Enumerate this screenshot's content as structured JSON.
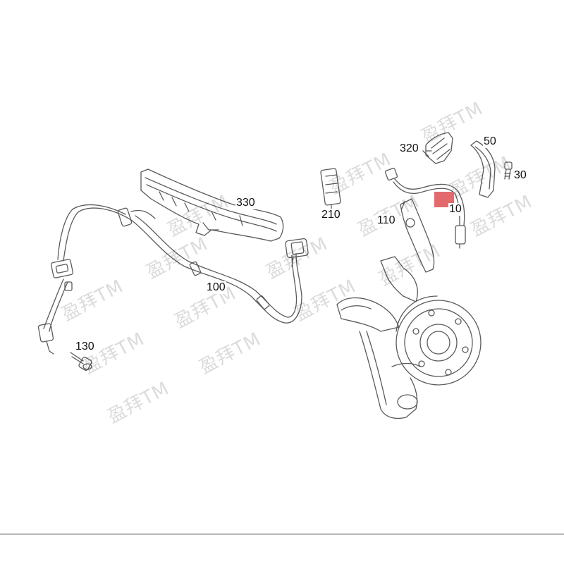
{
  "callouts": {
    "p10": "10",
    "p30": "30",
    "p50": "50",
    "p100": "100",
    "p110": "110",
    "p130": "130",
    "p210": "210",
    "p320": "320",
    "p330": "330"
  },
  "watermark": {
    "text": "盈拜TM"
  },
  "colors": {
    "line": "#5a5a5a",
    "highlight": "#e26a6d",
    "watermark": "#d9d9d9"
  }
}
